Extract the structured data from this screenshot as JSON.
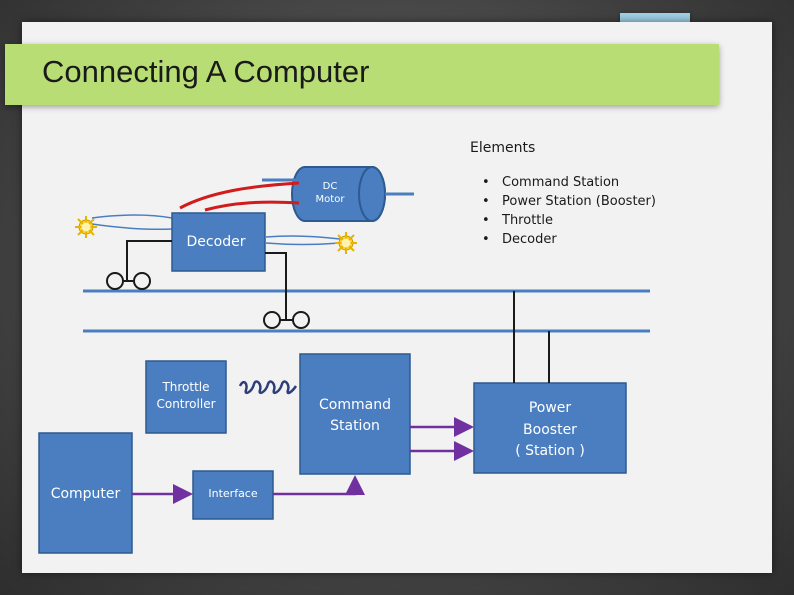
{
  "slide": {
    "title": "Connecting A Computer",
    "colors": {
      "title_bar": "#b7dd74",
      "accent_tab": "#9fd0e6",
      "box_fill": "#4a7ec0",
      "box_stroke": "#2d5a8f",
      "purple_wire": "#7030a0",
      "red_wire": "#d01c1c",
      "rail_blue": "#4a7ec0"
    }
  },
  "diagram": {
    "motor_label_1": "DC",
    "motor_label_2": "Motor",
    "decoder": "Decoder",
    "throttle_1": "Throttle",
    "throttle_2": "Controller",
    "command_1": "Command",
    "command_2": "Station",
    "booster_1": "Power",
    "booster_2": "Booster",
    "booster_3": "( Station )",
    "computer": "Computer",
    "interface": "Interface",
    "icons": [
      "light-bulb-icon",
      "wheel-icon",
      "coiled-cable-icon"
    ]
  },
  "elements": {
    "heading": "Elements",
    "items": [
      "Command Station",
      "Power Station (Booster)",
      "Throttle",
      "Decoder"
    ]
  }
}
